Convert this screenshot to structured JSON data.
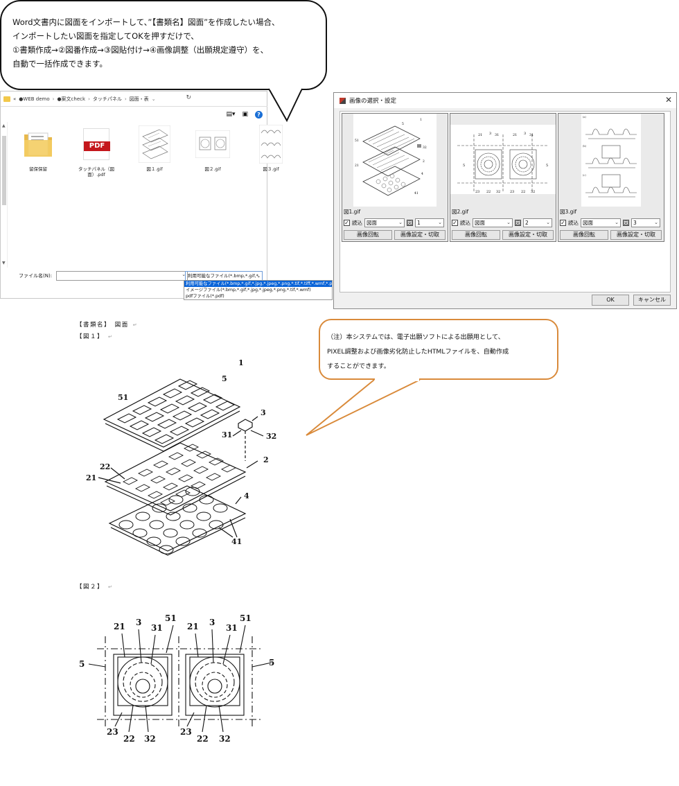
{
  "bubble_top": {
    "lines": [
      "Word文書内に図面をインポートして、”【書類名】図面”を作成したい場合、",
      "インポートしたい図面を指定してOKを押すだけで、",
      "①書類作成→②図番作成→③図貼付け→④画像調整（出願規定遵守）を、",
      "自動で一括作成できます。"
    ]
  },
  "explorer": {
    "breadcrumb": [
      "«",
      "●WEB demo",
      "●案文check",
      "タッチパネル",
      "図面・表"
    ],
    "refresh_icon": "↻",
    "files": [
      {
        "name": "留保保留",
        "icon": "folder-icon"
      },
      {
        "name": "タッチパネル（図面）.pdf",
        "icon": "pdf-icon",
        "badge": "PDF"
      },
      {
        "name": "図１.gif",
        "icon": "image-thumb"
      },
      {
        "name": "図２.gif",
        "icon": "image-thumb"
      },
      {
        "name": "図３.gif",
        "icon": "image-thumb"
      }
    ],
    "filename_label": "ファイル名(N):",
    "filename_value": "",
    "filetype_value": "利用可能なファイル(*.bmp,*.gif,*.",
    "filetype_options": [
      "利用可能なファイル(*.bmp,*.gif,*.jpg,*.jpeg,*.png,*.tif,*.tiff,*.wmf,*.pdf)",
      "イメージファイル(*.bmp,*.gif,*.jpg,*.jpeg,*.png,*.tif,*.wmf)",
      "pdfファイル(*.pdf)"
    ]
  },
  "dialog": {
    "title": "画像の選択・設定",
    "close": "✕",
    "cards": [
      {
        "file": "図1.gif",
        "load_label": "読込",
        "type": "図面",
        "num_prefix": "図",
        "num": "1",
        "rotate": "画像回転",
        "settings": "画像設定・切取"
      },
      {
        "file": "図2.gif",
        "load_label": "読込",
        "type": "図面",
        "num_prefix": "図",
        "num": "2",
        "rotate": "画像回転",
        "settings": "画像設定・切取"
      },
      {
        "file": "図3.gif",
        "load_label": "読込",
        "type": "図面",
        "num_prefix": "図",
        "num": "3",
        "rotate": "画像回転",
        "settings": "画像設定・切取"
      }
    ],
    "ok": "OK",
    "cancel": "キャンセル"
  },
  "document": {
    "heading": "【書類名】　図面",
    "fig1_label": "【図１】",
    "fig2_label": "【図２】",
    "para_mark": "↵",
    "fig1_refs": {
      "title": "1",
      "r5": "5",
      "r51": "51",
      "r3": "3",
      "r31": "31",
      "r32": "32",
      "r2": "2",
      "r22": "22",
      "r21": "21",
      "r4": "4",
      "r41": "41"
    },
    "fig2_refs": {
      "r21": "21",
      "r3": "3",
      "r31": "31",
      "r51": "51",
      "r5": "5",
      "r23": "23",
      "r22": "22",
      "r32": "32"
    }
  },
  "bubble_note": {
    "lines": [
      "（注）本システムでは、電子出願ソフトによる出願用として、",
      "PIXEL調整および画像劣化防止したHTMLファイルを、自動作成",
      "することができます。"
    ]
  },
  "colors": {
    "bubble_note_border": "#d98a3a",
    "selection": "#0a64d8",
    "pdf_red": "#c4171c"
  }
}
